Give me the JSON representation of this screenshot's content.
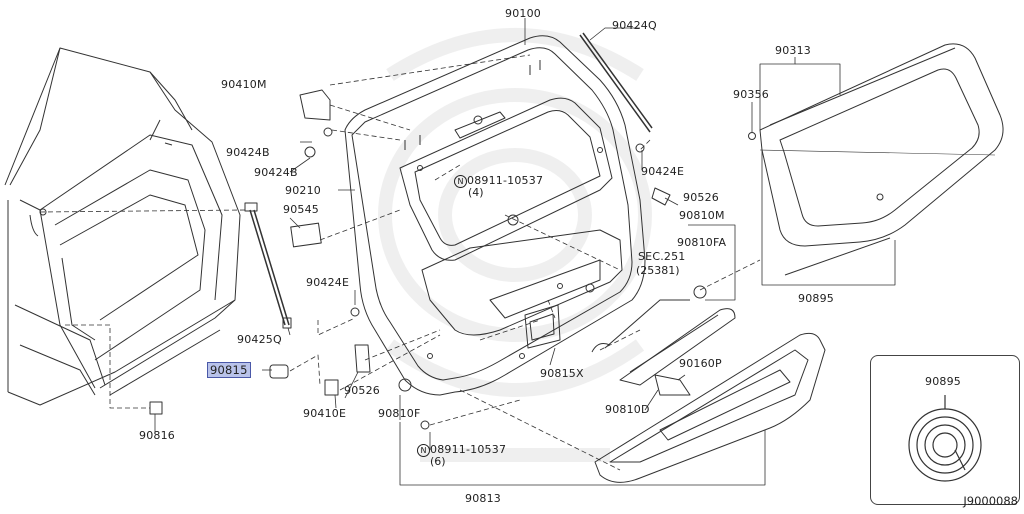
{
  "labels": {
    "p90100": "90100",
    "p90424q": "90424Q",
    "p90313": "90313",
    "p90356": "90356",
    "p90410m": "90410M",
    "p90424b_1": "90424B",
    "p90424b_2": "90424B",
    "p90210": "90210",
    "p90545": "90545",
    "p90424e_1": "90424E",
    "p90424e_2": "90424E",
    "p90425q": "90425Q",
    "p90815": "90815",
    "p90526_1": "90526",
    "p90526_2": "90526",
    "p90410e": "90410E",
    "p90816": "90816",
    "p90810m": "90810M",
    "p90810fa": "90810FA",
    "sec251": "SEC.251",
    "sec251_sub": "(25381)",
    "p90895_main": "90895",
    "p90895_inset": "90895",
    "p90815x": "90815X",
    "p90160p": "90160P",
    "p90810d": "90810D",
    "p90810f": "90810F",
    "p90813": "90813",
    "n_top_num": "08911-10537",
    "n_top_qty": "(4)",
    "n_bot_num": "08911-10537",
    "n_bot_qty": "(6)",
    "n_symbol": "N"
  },
  "highlight": {
    "part": "90815",
    "fill": "#b9c3ea",
    "border": "#4a58a8"
  },
  "reference": "J9000088"
}
